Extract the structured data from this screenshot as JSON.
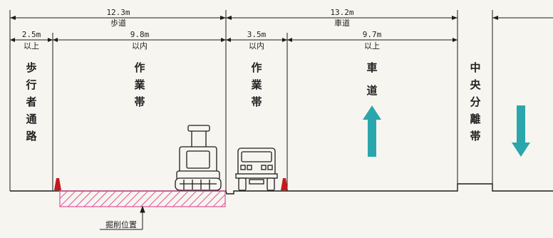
{
  "dimensions": {
    "sidewalk_total": "12.3m",
    "sidewalk_label": "歩道",
    "carriageway_total": "13.2m",
    "carriageway_label": "車道",
    "pedestrian_width": "2.5m",
    "pedestrian_qual": "以上",
    "work1_width": "9.8m",
    "work1_qual": "以内",
    "work2_width": "3.5m",
    "work2_qual": "以内",
    "traffic_width": "9.7m",
    "traffic_qual": "以上"
  },
  "zones": {
    "pedestrian": [
      "歩",
      "行",
      "者",
      "通",
      "路"
    ],
    "work1": [
      "作",
      "業",
      "帯"
    ],
    "work2": [
      "作",
      "業",
      "帯"
    ],
    "traffic": [
      "車",
      "道"
    ],
    "median": [
      "中",
      "央",
      "分",
      "離",
      "帯"
    ]
  },
  "excavation_label": "掘削位置",
  "colors": {
    "line": "#1c1c1c",
    "arrow": "#2aa6ac",
    "hatch": "#e0529a",
    "cone": "#c8171b"
  }
}
